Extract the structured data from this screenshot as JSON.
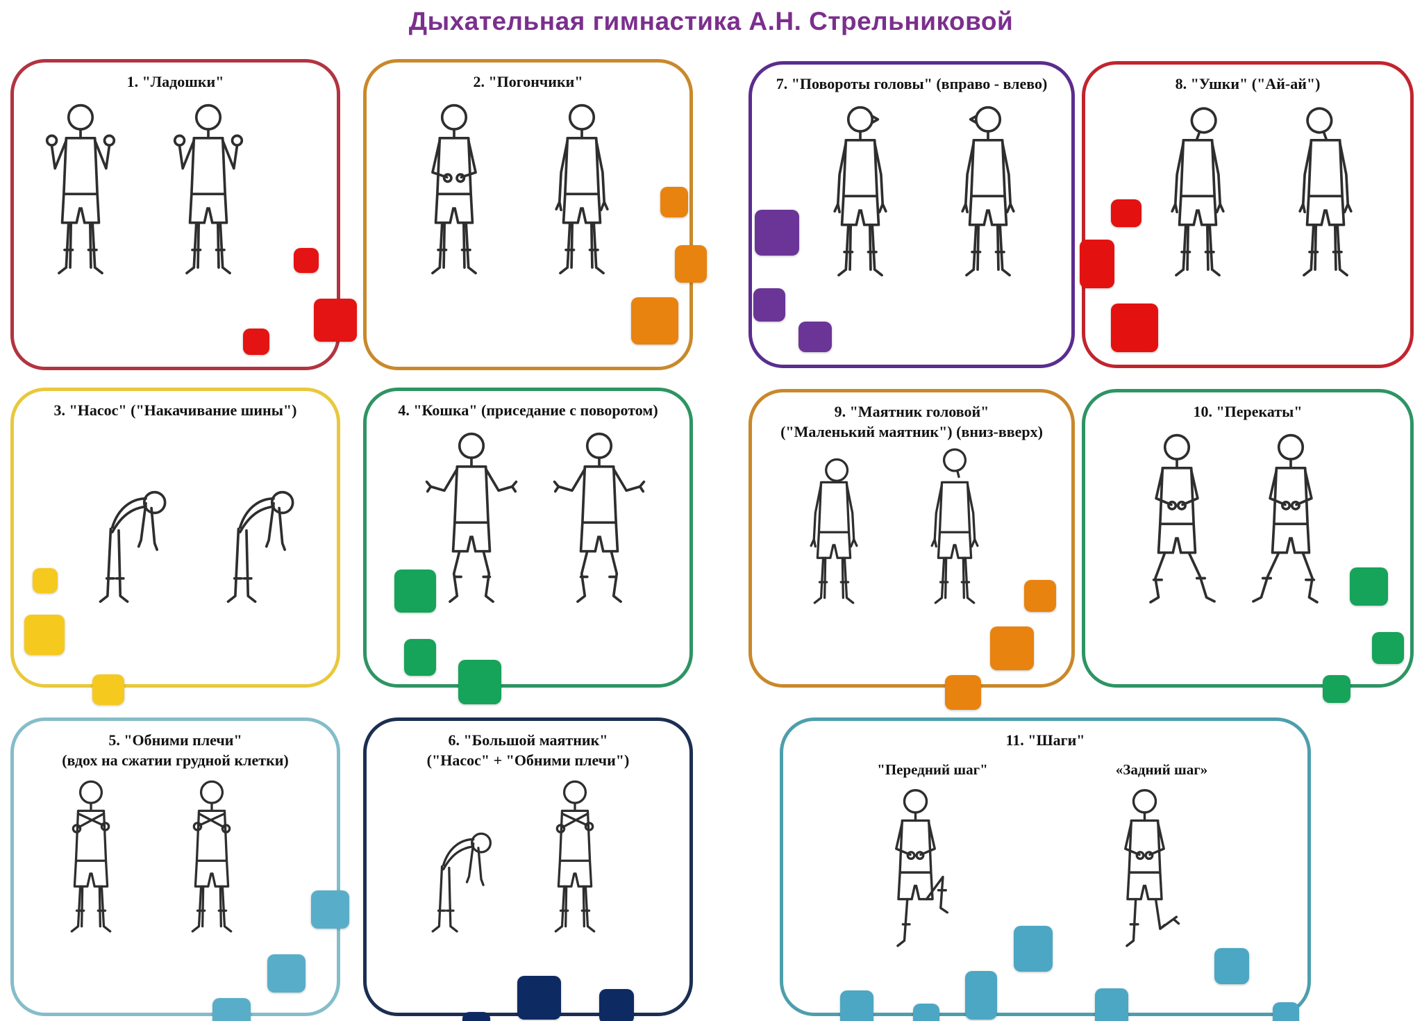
{
  "title": "Дыхательная гимнастика А.Н. Стрельниковой",
  "title_color": "#7b2f8e",
  "panels": [
    {
      "number": 1,
      "label": "1. \"Ладошки\"",
      "border_color": "#b23440",
      "square_color": "#e41414"
    },
    {
      "number": 2,
      "label": "2. \"Погончики\"",
      "border_color": "#c9892b",
      "square_color": "#e8830f"
    },
    {
      "number": 3,
      "label": "3. \"Насос\" (\"Накачивание шины\")",
      "border_color": "#e9c83d",
      "square_color": "#f6c91e"
    },
    {
      "number": 4,
      "label": "4. \"Кошка\" (приседание с поворотом)",
      "border_color": "#2e9463",
      "square_color": "#16a35a"
    },
    {
      "number": 5,
      "label": "5. \"Обними плечи\"",
      "label2": "(вдох на сжатии грудной клетки)",
      "border_color": "#85bdca",
      "square_color": "#58aec9"
    },
    {
      "number": 6,
      "label": "6. \"Большой маятник\"",
      "label2": "(\"Насос\" + \"Обними плечи\")",
      "border_color": "#1c2f52",
      "square_color": "#0e2a63"
    },
    {
      "number": 7,
      "label": "7. \"Повороты головы\" (вправо - влево)",
      "border_color": "#5b2d8e",
      "square_color": "#6b3597"
    },
    {
      "number": 8,
      "label": "8. \"Ушки\" (\"Ай-ай\")",
      "border_color": "#c2242e",
      "square_color": "#e41111"
    },
    {
      "number": 9,
      "label": "9. \"Маятник головой\"",
      "label2": "(\"Маленький маятник\") (вниз-вверх)",
      "border_color": "#c9882a",
      "square_color": "#e8830f"
    },
    {
      "number": 10,
      "label": "10. \"Перекаты\"",
      "border_color": "#2e9463",
      "square_color": "#16a35a"
    },
    {
      "number": 11,
      "label": "11. \"Шаги\"",
      "sublabels": [
        "\"Передний шаг\"",
        "«Задний шаг»"
      ],
      "border_color": "#4d9fad",
      "square_color": "#4ba7c4"
    }
  ]
}
